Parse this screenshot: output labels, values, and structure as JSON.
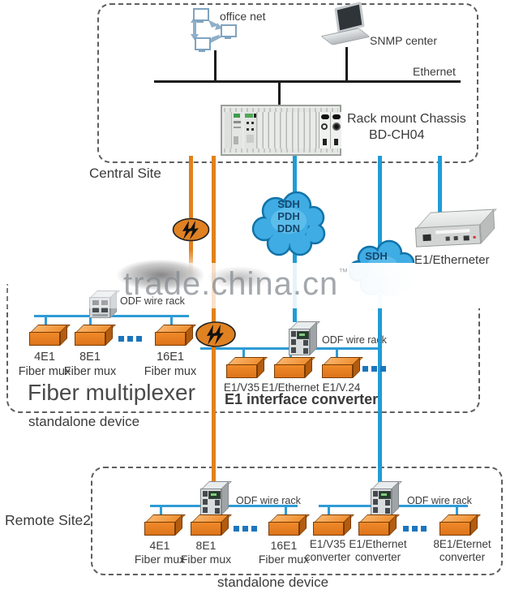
{
  "colors": {
    "orange_line": "#e2811c",
    "blue_line": "#1f9cd8",
    "cyan_line": "#2e9bd6",
    "box_orange": "#ee7f1d",
    "cloud_blue": "#3face4",
    "dash_gray": "#5f5f5f",
    "text_dark": "#3b3b3b",
    "watermark_gray": "#858b91"
  },
  "icons": {
    "office-net-icon": "three networked monitors",
    "snmp-laptop-icon": "laptop",
    "rack-chassis-icon": "rack chassis",
    "fiber-link-icon": "⚡⚡",
    "cloud-icon": "☁",
    "odf-rack-icon": "small equipment rack",
    "odf-tower-icon": "equipment tower",
    "device-box-icon": "orange 3d box",
    "ellipsis-dots-icon": "■■■"
  },
  "central": {
    "label": "Central Site",
    "office_net": "office net",
    "snmp": "SNMP center",
    "ethernet": "Ethernet",
    "chassis": {
      "line1": "Rack mount Chassis",
      "line2": "BD-CH04"
    }
  },
  "clouds": {
    "c1": {
      "lines": [
        "SDH",
        "PDH",
        "DDN"
      ]
    },
    "c2": {
      "label": "SDH"
    }
  },
  "device": {
    "e1eth": "E1/Etherneter"
  },
  "watermark": {
    "text": "trade.china.cn",
    "tm": "™"
  },
  "fiber": {
    "title": "Fiber multiplexer",
    "odf": "ODF wire rack",
    "boxes": [
      {
        "l1": "4E1",
        "l2": "Fiber mux"
      },
      {
        "l1": "8E1",
        "l2": "Fiber mux"
      },
      {
        "l1": "16E1",
        "l2": "Fiber mux"
      }
    ]
  },
  "conv": {
    "title": "E1 interface converter",
    "odf": "ODF wire rack",
    "boxes": [
      {
        "l1": "E1/V35"
      },
      {
        "l1": "E1/Ethernet"
      },
      {
        "l1": "E1/V.24"
      }
    ]
  },
  "standalone1": "standalone device",
  "remote": {
    "label": "Remote Site2",
    "odf1": "ODF wire rack",
    "odf2": "ODF wire rack",
    "fiber": [
      {
        "l1": "4E1",
        "l2": "Fiber mux"
      },
      {
        "l1": "8E1",
        "l2": "Fiber mux"
      },
      {
        "l1": "16E1",
        "l2": "Fiber mux"
      }
    ],
    "conv": [
      {
        "l1": "E1/V35",
        "l2": "converter"
      },
      {
        "l1": "E1/Ethernet",
        "l2": "converter"
      },
      {
        "l1": "8E1/Eternet",
        "l2": "converter"
      }
    ],
    "standalone": "standalone device"
  }
}
